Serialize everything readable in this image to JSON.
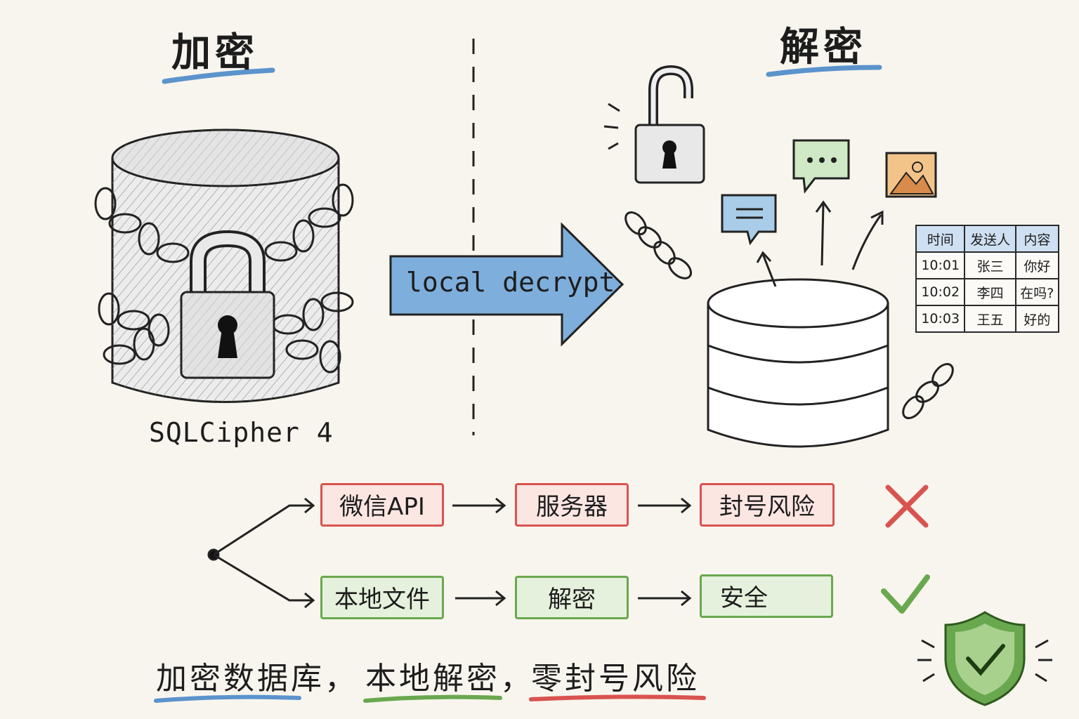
{
  "headings": {
    "encrypt": "加密",
    "decrypt": "解密"
  },
  "db_label": "SQLCipher 4",
  "arrow_label": "local decrypt",
  "message_table": {
    "headers": [
      "时间",
      "发送人",
      "内容"
    ],
    "rows": [
      [
        "10:01",
        "张三",
        "你好"
      ],
      [
        "10:02",
        "李四",
        "在吗?"
      ],
      [
        "10:03",
        "王五",
        "好的"
      ]
    ]
  },
  "flows": {
    "risky": {
      "steps": [
        "微信API",
        "服务器",
        "封号风险"
      ],
      "mark": "cross-icon",
      "color": "#d9534f"
    },
    "safe": {
      "steps": [
        "本地文件",
        "解密",
        "安全"
      ],
      "mark": "check-icon",
      "color": "#6aa84f"
    }
  },
  "tagline": {
    "part1": "加密数据库，",
    "part2": "本地解密，",
    "part3": "零封号风险"
  },
  "colors": {
    "blue": "#5b93cc",
    "red": "#d9534f",
    "green": "#6aa84f",
    "arrow_fill": "#7eaedb"
  }
}
